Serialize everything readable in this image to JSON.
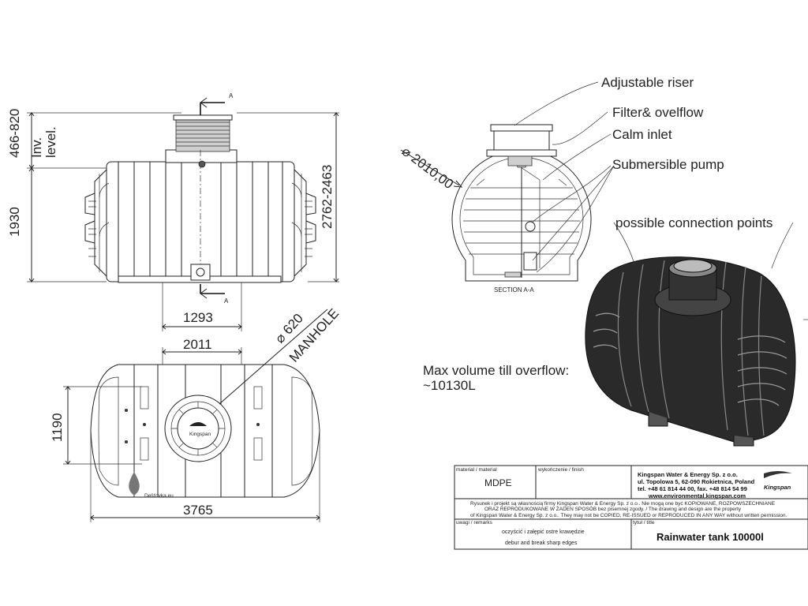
{
  "front_view": {
    "dim_left_top": "466-820",
    "dim_left_bottom": "1930",
    "inv_level": "Inv. level.",
    "dim_right": "2762-2463",
    "dim_bottom": "1293",
    "section_marker": "A"
  },
  "section_view": {
    "diameter": "⌀ 2010,00",
    "caption": "SECTION A-A",
    "labels": [
      "Adjustable riser",
      "Filter& ovelflow",
      "Calm inlet",
      "Submersible pump"
    ]
  },
  "iso_view": {
    "connection_label": "possible connection points"
  },
  "top_view": {
    "dim_top": "2011",
    "dim_left": "1190",
    "dim_bottom": "3765",
    "manhole_dia": "⌀ 620",
    "manhole_label": "MANHOLE",
    "watermark": "Dešťovka.eu"
  },
  "volume_note": {
    "line1": "Max volume till overflow:",
    "line2": "~10130L"
  },
  "title_block": {
    "material_caption": "material / material",
    "material": "MDPE",
    "finish_caption": "wykończenie / finish",
    "company": "Kingspan Water & Energy Sp. z o.o.",
    "address": "ul. Topolowa 5, 62-090 Rokietnica, Poland",
    "phone": "tel. +48 61 814 44 00, fax. +48 814 54 99",
    "web": "www.environmental.kingspan.com",
    "logo": "Kingspan",
    "notice1": "Rysunek i projekt są własnością firmy Kingspan Water & Energy Sp. z o.o.. Nie mogą one być KOPIOWANE, ROZPOWSZECHNIANE",
    "notice2": "ORAZ REPRODUKOWANE W ŻADEN SPOSÓB  bez pisemnej zgody. / The drawing and design are the property",
    "notice3": "of Kingspan Water & Energy Sp. z o.o.. They may not be COPIED, RE-ISSUED or REPRODUCED IN ANY WAY without written permission.",
    "remarks_caption": "uwagi / remarks",
    "remark_pl": "oczyścić i załępić ostre krawędzie",
    "remark_en": "debur and break sharp edges",
    "title_caption": "tytuł / title",
    "title": "Rainwater tank 10000l"
  }
}
